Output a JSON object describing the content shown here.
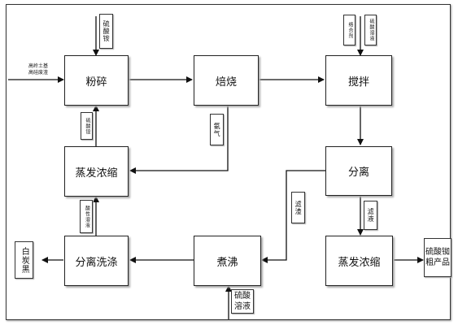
{
  "process_boxes": {
    "crush": "粉碎",
    "roast": "焙烧",
    "stir": "搅拌",
    "evap_left": "蒸发浓缩",
    "separate": "分离",
    "boil": "煮沸",
    "separate_wash": "分离洗涤",
    "evap_right": "蒸发浓缩"
  },
  "outputs": {
    "carbon_black": "白炭黑",
    "crude_product": "硫酸铷粗产品"
  },
  "labels": {
    "feed_top_ammonium_sulfate": "硫酸铵",
    "feed_left_line1": "高岭土基",
    "feed_left_line2": "高硅废渣",
    "complexing_agent": "络合剂",
    "sulfuric_solution_top": "硫酸溶液",
    "recycle_ammonium_sulfate": "硫酸铵",
    "ammonia": "氨气",
    "acidic_solution": "酸性溶液",
    "residue": "滤渣",
    "filtrate": "滤液",
    "sulfuric_solution_bottom": "硫酸溶液"
  }
}
